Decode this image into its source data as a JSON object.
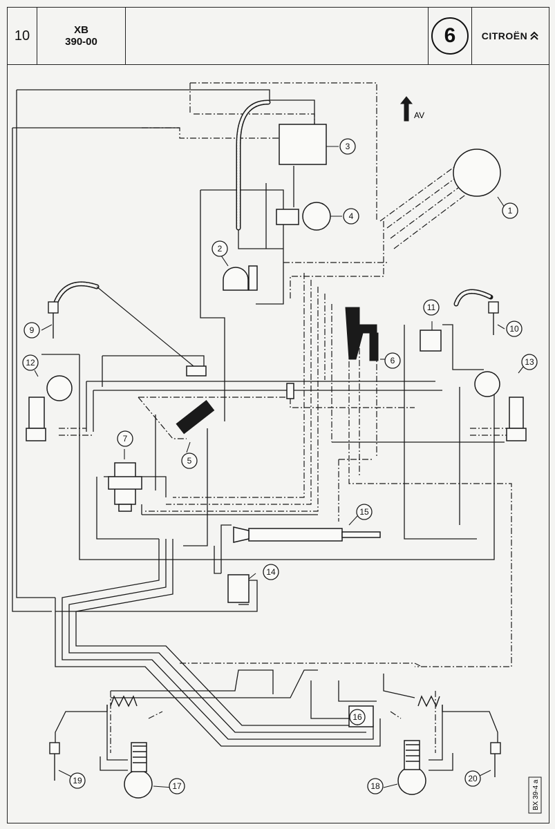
{
  "header": {
    "page_number": "10",
    "doc_code_line1": "XB",
    "doc_code_line2": "390-00",
    "section_number": "6",
    "brand": "CITROËN"
  },
  "diagram": {
    "direction_label": "AV",
    "ref_code": "BX 39-4 a",
    "callouts": [
      "1",
      "2",
      "3",
      "4",
      "5",
      "6",
      "7",
      "9",
      "10",
      "11",
      "12",
      "13",
      "14",
      "15",
      "16",
      "17",
      "18",
      "19",
      "20"
    ]
  },
  "colors": {
    "ink": "#1a1a1a",
    "paper": "#f4f4f2"
  }
}
